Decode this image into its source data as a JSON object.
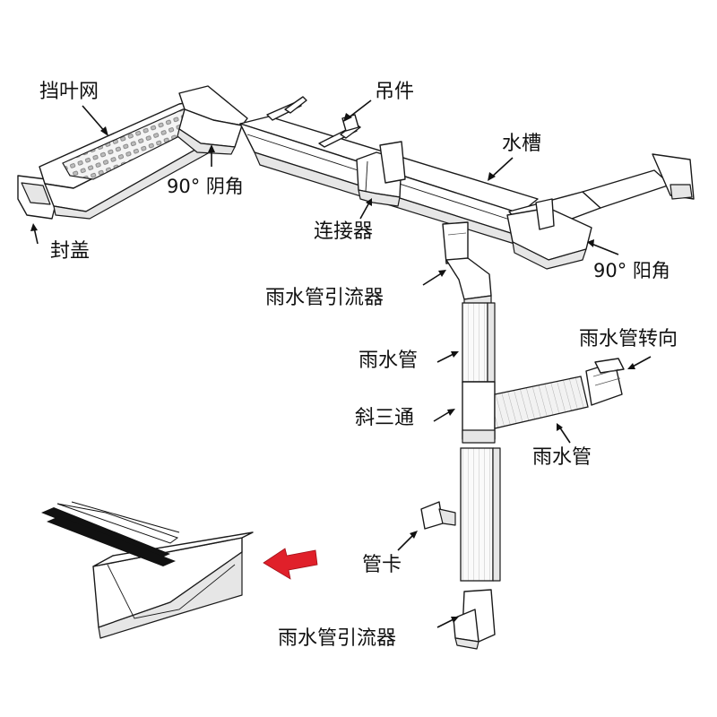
{
  "labels": {
    "leaf_guard": "挡叶网",
    "hanger": "吊件",
    "gutter": "水槽",
    "corner_left": "90° 阴角",
    "corner_right": "90° 阳角",
    "end_cap": "封盖",
    "connector": "连接器",
    "outlet_top": "雨水管引流器",
    "pipe_upper": "雨水管",
    "pipe_turn": "雨水管转向",
    "branch_tee": "斜三通",
    "pipe_branch": "雨水管",
    "pipe_clamp": "管卡",
    "outlet_bottom": "雨水管引流器"
  },
  "colors": {
    "line": "#1a1a1a",
    "highlight_arrow": "#e0202a",
    "stripe": "#111111"
  }
}
